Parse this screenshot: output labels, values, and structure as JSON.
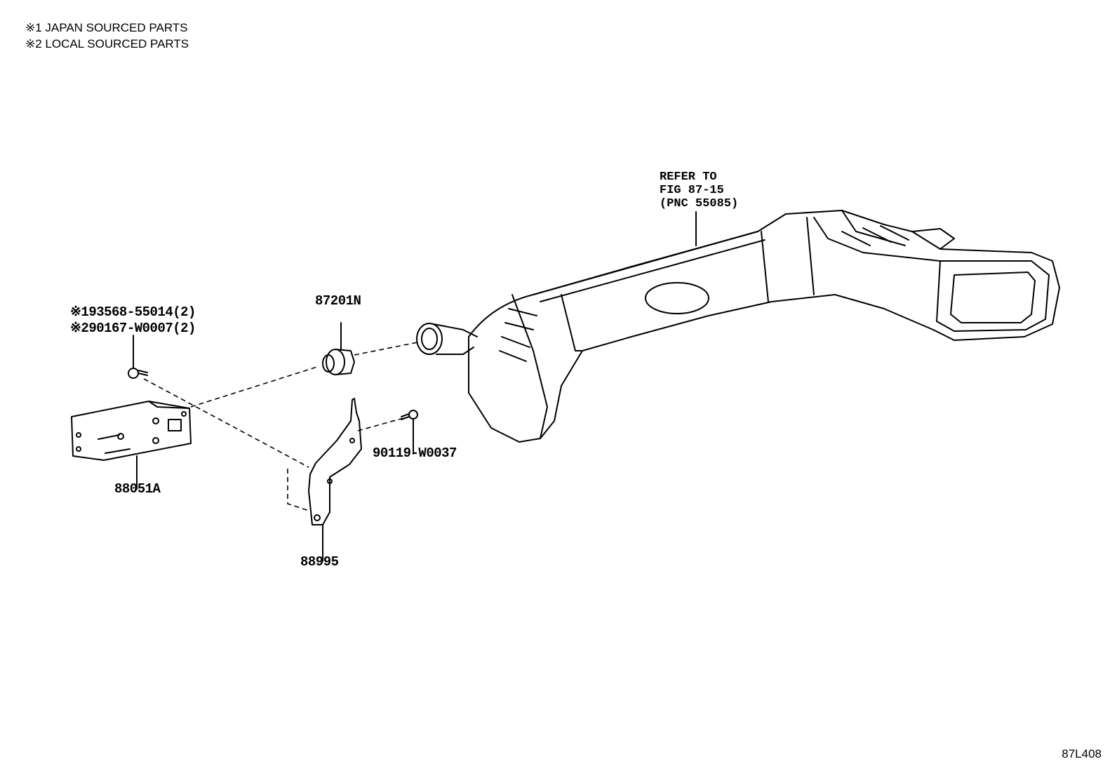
{
  "legend": {
    "line1": "※1 JAPAN SOURCED PARTS",
    "line2": "※2 LOCAL SOURCED PARTS"
  },
  "reference": {
    "line1": "REFER TO",
    "line2": "FIG 87-15",
    "line3": "(PNC 55085)"
  },
  "parts": {
    "screw_japan": "※193568-55014(2)",
    "screw_local": "※290167-W0007(2)",
    "bushing": "87201N",
    "bolt": "90119-W0037",
    "module": "88051A",
    "bracket": "88995"
  },
  "diagram_code": "87L408"
}
